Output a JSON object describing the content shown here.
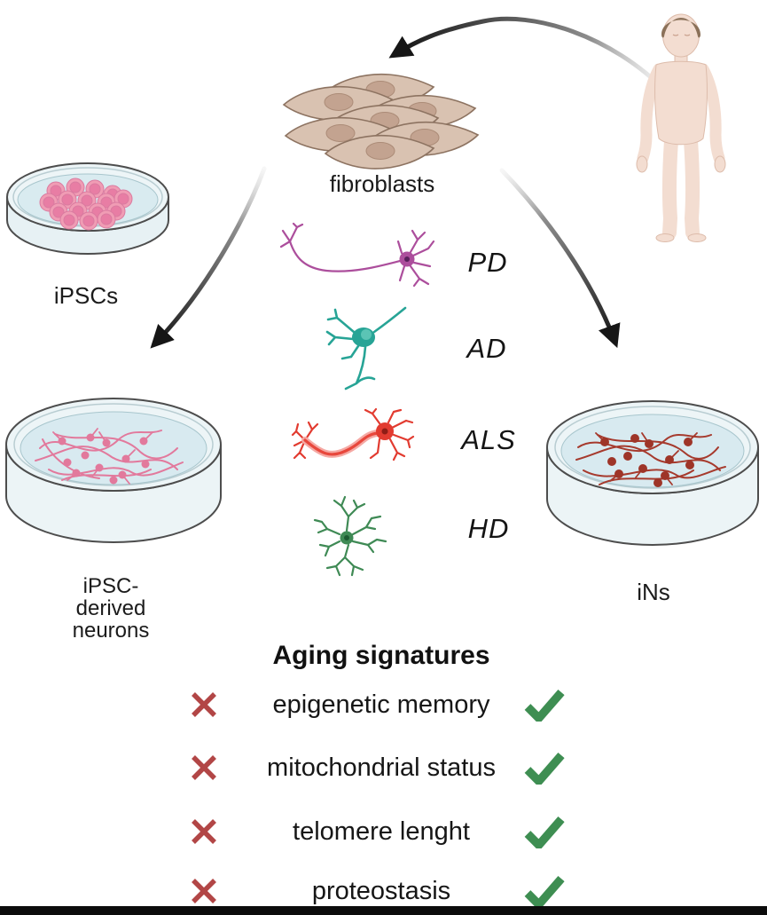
{
  "figure_title": "iPSC vs iN reprogramming and aging signatures",
  "labels": {
    "fibroblasts": "fibroblasts",
    "ipscs": "iPSCs",
    "ipsc_derived_neurons": [
      "iPSC-",
      "derived",
      "neurons"
    ],
    "ins": "iNs"
  },
  "diseases": [
    {
      "code": "PD",
      "color": "#ac4e9c"
    },
    {
      "code": "AD",
      "color": "#27a496"
    },
    {
      "code": "ALS",
      "color": "#e23b30"
    },
    {
      "code": "HD",
      "color": "#3f8a55"
    }
  ],
  "aging_signatures": {
    "title": "Aging signatures",
    "items": [
      {
        "label": "epigenetic memory",
        "left_icon": "cross",
        "right_icon": "check"
      },
      {
        "label": "mitochondrial status",
        "left_icon": "cross",
        "right_icon": "check"
      },
      {
        "label": "telomere lenght",
        "left_icon": "cross",
        "right_icon": "check"
      },
      {
        "label": "proteostasis",
        "left_icon": "cross",
        "right_icon": "check"
      }
    ],
    "cross_color": "#b24646",
    "check_color": "#3e8e52"
  },
  "icons": {
    "cross": "✕",
    "check": "✓",
    "arrow": "curved black arrow"
  },
  "palette": {
    "fibroblast_body": "#d9c2b1",
    "fibroblast_nucleus": "#c3a390",
    "dish_rim": "#ecf4f6",
    "dish_liquid": "#d8eaf0",
    "ipsc_colony": "#f09cb4",
    "ipsc_neurons": "#e2799c",
    "in_neurons": "#a63a2d",
    "skin": "#f3ddd1",
    "hair": "#8b7159",
    "arrow": "#141414"
  }
}
